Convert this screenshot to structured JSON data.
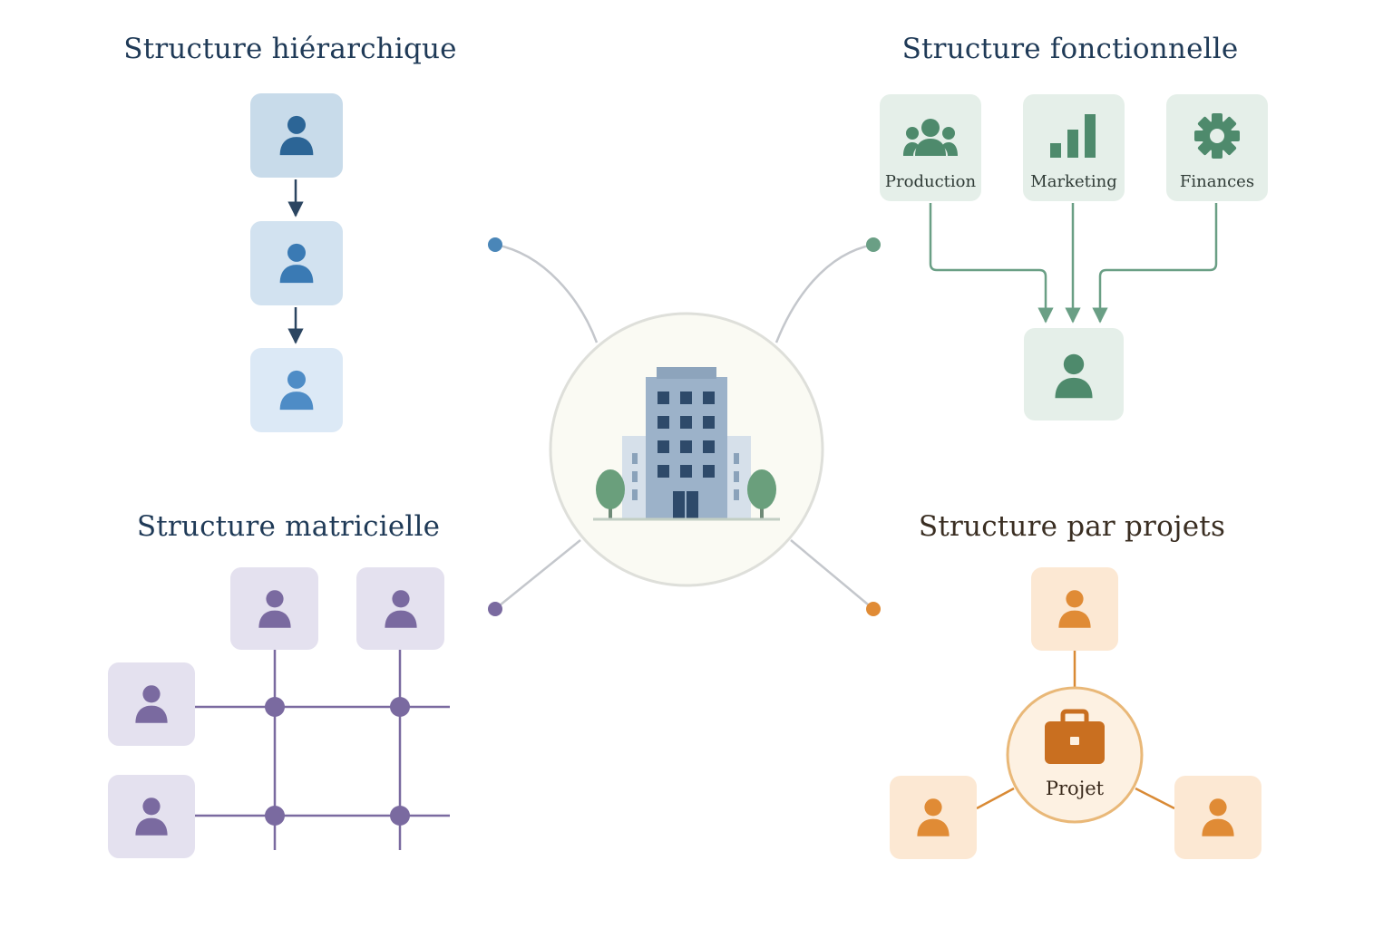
{
  "titles": {
    "hierarchical": "Structure hiérarchique",
    "functional": "Structure fonctionnelle",
    "matrix": "Structure matricielle",
    "projects": "Structure par projets"
  },
  "functional": {
    "departments": [
      {
        "label": "Production",
        "icon": "people-group-icon"
      },
      {
        "label": "Marketing",
        "icon": "bar-chart-icon"
      },
      {
        "label": "Finances",
        "icon": "gear-icon"
      }
    ]
  },
  "projects": {
    "hub_label": "Projet",
    "hub_icon": "briefcase-icon"
  },
  "center": {
    "icon": "office-building-icon"
  },
  "colors": {
    "hierarchical": "#2f6a9a",
    "functional": "#4e8a6c",
    "matrix": "#7a6aa0",
    "projects": "#d98a35",
    "connector": "#c4c7cc"
  }
}
